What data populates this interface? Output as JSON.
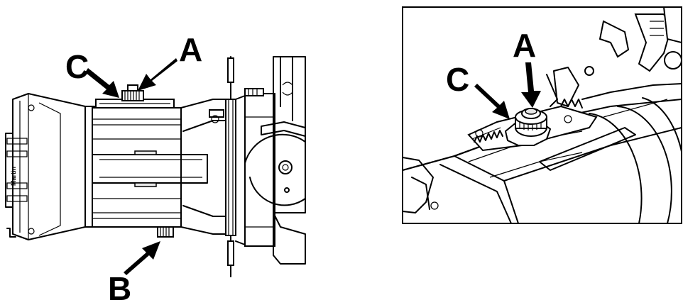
{
  "left_view": {
    "callouts": {
      "a": "A",
      "b": "B",
      "c": "C"
    },
    "logo_text": "Martin"
  },
  "right_view": {
    "callouts": {
      "a": "A",
      "c": "C"
    }
  },
  "colors": {
    "line": "#000000",
    "background": "#ffffff",
    "shade": "#e8e8e8"
  }
}
